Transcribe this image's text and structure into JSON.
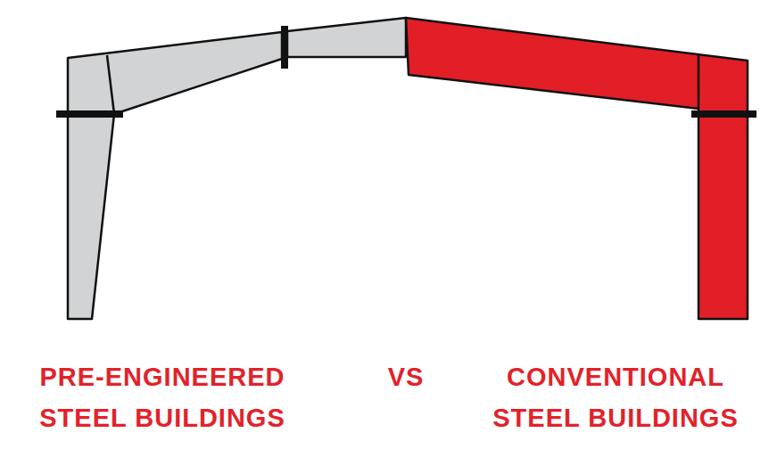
{
  "diagram": {
    "labels": [
      "PRE-ENGINEERED STEEL BUILDINGS",
      "VS",
      "CONVENTIONAL STEEL BUILDINGS"
    ]
  }
}
